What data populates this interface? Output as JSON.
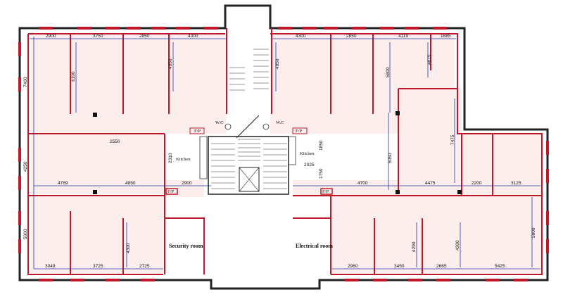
{
  "plan": {
    "rooms": {
      "security": "Security room",
      "electrical": "Electrical room",
      "kitchen_left": "Kitchen",
      "kitchen_right": "Kitchen"
    },
    "wc_labels": [
      "W.C",
      "W.C"
    ],
    "fp_labels": [
      "F/P",
      "F/P",
      "F/P",
      "F/P"
    ],
    "dims": {
      "top": [
        "2900",
        "3750",
        "2850",
        "4300",
        "4300",
        "2850",
        "4119",
        "1885"
      ],
      "left": [
        "7400",
        "4250",
        "5900"
      ],
      "inner_v": [
        "6100",
        "4950",
        "4950",
        "5800",
        "4075",
        "5050",
        "7475",
        "5900",
        "2310",
        "1850",
        "1750",
        "4300",
        "4290",
        "4300"
      ],
      "middle": [
        "2550",
        "4789",
        "4850",
        "2900",
        "2025",
        "4700",
        "4475",
        "2200",
        "3125"
      ],
      "bottom": [
        "3049",
        "3725",
        "2725",
        "2960",
        "3450",
        "2665",
        "5425"
      ]
    }
  }
}
